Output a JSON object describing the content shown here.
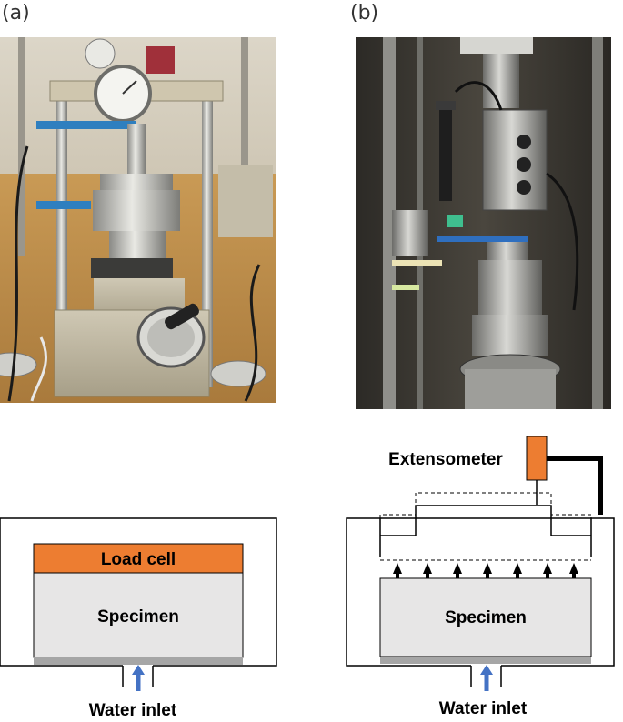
{
  "panel_a": {
    "letter": "(a)",
    "load_cell_label": "Load cell",
    "specimen_label": "Specimen",
    "water_inlet_label": "Water inlet"
  },
  "panel_b": {
    "letter": "(b)",
    "extensometer_label": "Extensometer",
    "specimen_label": "Specimen",
    "water_inlet_label": "Water inlet"
  },
  "colors": {
    "load_cell": "#ED7D31",
    "extensometer": "#ED7D31",
    "specimen": "#E7E6E6",
    "porous_plate": "#A6A6A6",
    "arrow": "#4472C4"
  }
}
